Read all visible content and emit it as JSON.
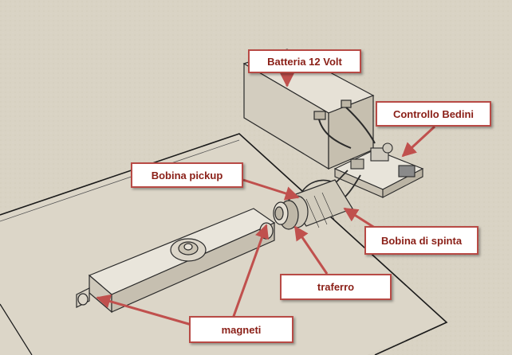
{
  "labels": {
    "batteria": "Batteria 12  Volt",
    "controllo": "Controllo Bedini",
    "pickup": "Bobina pickup",
    "spinta": "Bobina di spinta",
    "traferro": "traferro",
    "magneti": "magneti"
  },
  "colors": {
    "background": "#d9d3c4",
    "label_border": "#b84a45",
    "label_text": "#8a1f17",
    "arrow": "#c0504d",
    "line": "#2a2a2a"
  }
}
